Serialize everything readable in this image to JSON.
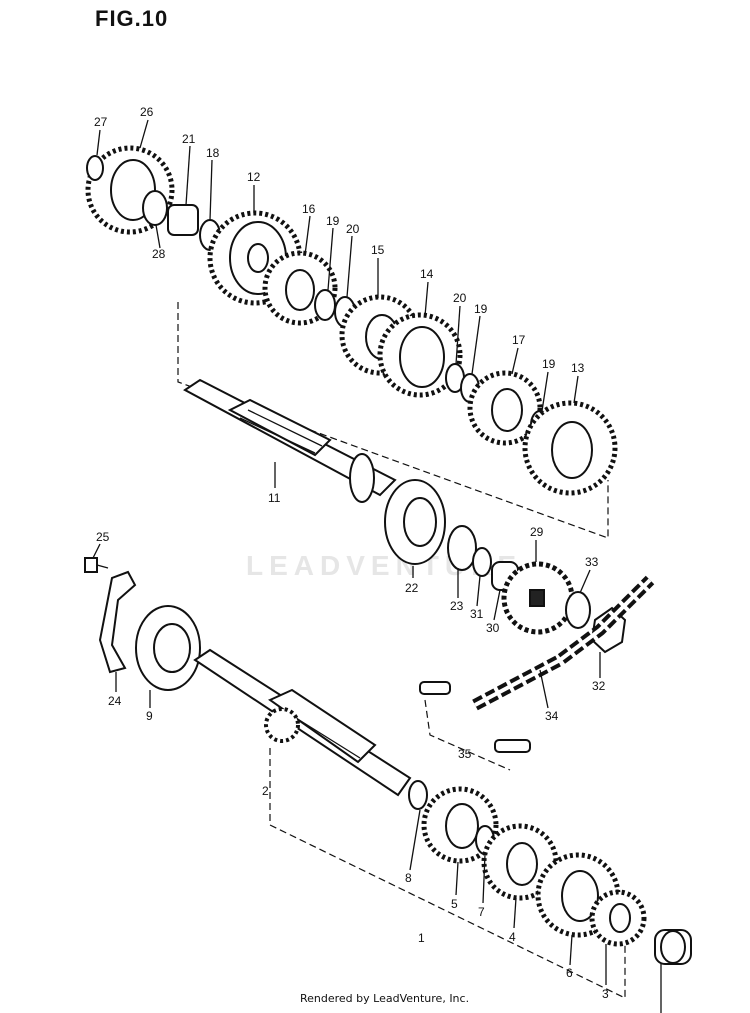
{
  "figure": {
    "title": "FIG.10",
    "footer": "Rendered by LeadVenture, Inc.",
    "watermark": "LEADVENTURE"
  },
  "callouts": [
    {
      "id": "27",
      "text": "27"
    },
    {
      "id": "26",
      "text": "26"
    },
    {
      "id": "21",
      "text": "21"
    },
    {
      "id": "18",
      "text": "18"
    },
    {
      "id": "12",
      "text": "12"
    },
    {
      "id": "28",
      "text": "28"
    },
    {
      "id": "16",
      "text": "16"
    },
    {
      "id": "19a",
      "text": "19"
    },
    {
      "id": "20a",
      "text": "20"
    },
    {
      "id": "15",
      "text": "15"
    },
    {
      "id": "14",
      "text": "14"
    },
    {
      "id": "20b",
      "text": "20"
    },
    {
      "id": "19b",
      "text": "19"
    },
    {
      "id": "17",
      "text": "17"
    },
    {
      "id": "19c",
      "text": "19"
    },
    {
      "id": "13",
      "text": "13"
    },
    {
      "id": "11",
      "text": "11"
    },
    {
      "id": "22",
      "text": "22"
    },
    {
      "id": "29",
      "text": "29"
    },
    {
      "id": "33",
      "text": "33"
    },
    {
      "id": "23",
      "text": "23"
    },
    {
      "id": "31",
      "text": "31"
    },
    {
      "id": "30",
      "text": "30"
    },
    {
      "id": "32",
      "text": "32"
    },
    {
      "id": "25",
      "text": "25"
    },
    {
      "id": "24",
      "text": "24"
    },
    {
      "id": "9",
      "text": "9"
    },
    {
      "id": "34",
      "text": "34"
    },
    {
      "id": "35",
      "text": "35"
    },
    {
      "id": "2",
      "text": "2"
    },
    {
      "id": "8",
      "text": "8"
    },
    {
      "id": "5",
      "text": "5"
    },
    {
      "id": "7",
      "text": "7"
    },
    {
      "id": "4",
      "text": "4"
    },
    {
      "id": "1",
      "text": "1"
    },
    {
      "id": "6",
      "text": "6"
    },
    {
      "id": "3",
      "text": "3"
    }
  ]
}
